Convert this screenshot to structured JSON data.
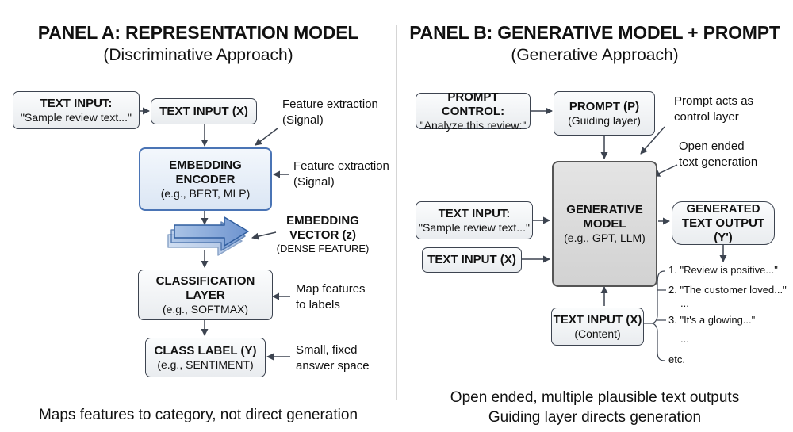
{
  "panel_a": {
    "title": "PANEL A: REPRESENTATION MODEL",
    "subtitle": "(Discriminative Approach)",
    "text_input_example": {
      "title": "TEXT INPUT:",
      "sub": "\"Sample review text...\""
    },
    "text_input_x": {
      "title": "TEXT INPUT (X)"
    },
    "embedding_encoder": {
      "line1": "EMBEDDING",
      "line2": "ENCODER",
      "sub": "(e.g., BERT, MLP)"
    },
    "embedding_vector": {
      "line1": "EMBEDDING",
      "line2": "VECTOR (z)",
      "sub": "(DENSE FEATURE)"
    },
    "classification_layer": {
      "line1": "CLASSIFICATION",
      "line2": "LAYER",
      "sub": "(e.g., SOFTMAX)"
    },
    "class_label": {
      "title": "CLASS LABEL (Y)",
      "sub": "(e.g., SENTIMENT)"
    },
    "notes": {
      "feature_1": {
        "line1": "Feature extraction",
        "line2": "(Signal)"
      },
      "feature_2": {
        "line1": "Feature extraction",
        "line2": "(Signal)"
      },
      "map": {
        "line1": "Map features",
        "line2": "to labels"
      },
      "small": {
        "line1": "Small, fixed",
        "line2": "answer space"
      }
    },
    "footer": "Maps features to category, not direct generation"
  },
  "panel_b": {
    "title": "PANEL B: GENERATIVE MODEL + PROMPT",
    "subtitle": "(Generative Approach)",
    "prompt_control": {
      "title": "PROMPT CONTROL:",
      "sub": "\"Analyze this review:\""
    },
    "prompt": {
      "title": "PROMPT (P)",
      "sub": "(Guiding layer)"
    },
    "text_input_example": {
      "title": "TEXT INPUT:",
      "sub": "\"Sample review text...\""
    },
    "text_input_x": {
      "title": "TEXT INPUT (X)"
    },
    "generative_model": {
      "line1": "GENERATIVE",
      "line2": "MODEL",
      "sub": "(e.g., GPT, LLM)"
    },
    "text_input_content": {
      "title": "TEXT INPUT (X)",
      "sub": "(Content)"
    },
    "generated_output": {
      "line1": "GENERATED",
      "line2": "TEXT OUTPUT (Y')"
    },
    "notes": {
      "control": {
        "line1": "Prompt acts as",
        "line2": "control layer"
      },
      "open": {
        "line1": "Open ended",
        "line2": "text generation"
      }
    },
    "outputs": [
      "1. \"Review is positive...\"",
      "2. \"The customer loved...\"",
      "...",
      "3. \"It's a glowing...\"",
      "...",
      "etc."
    ],
    "footer": {
      "line1": "Open ended, multiple plausible text outputs",
      "line2": "Guiding layer directs generation"
    }
  },
  "colors": {
    "encoder_border": "#4a74b5",
    "model_fill": "#d6d6d6",
    "line": "#3d4450"
  }
}
